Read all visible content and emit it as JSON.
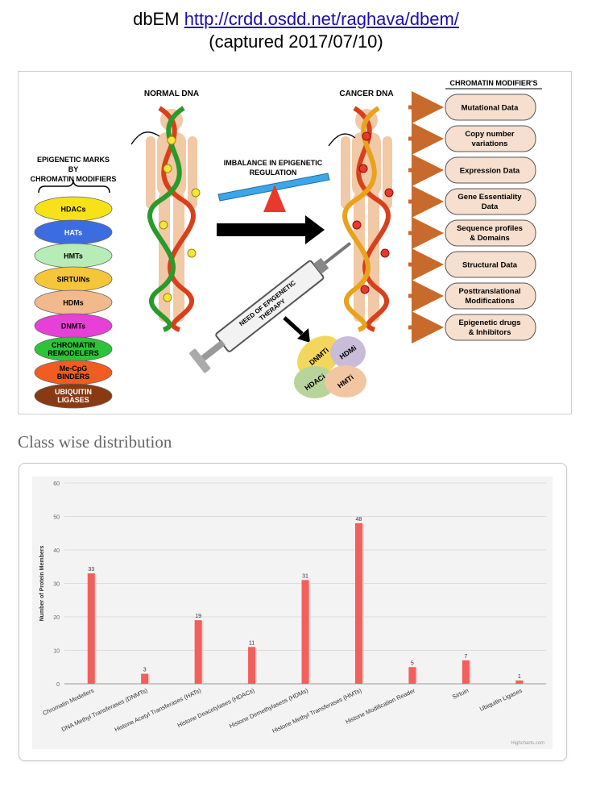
{
  "header": {
    "prefix": "dbEM",
    "url": "http://crdd.osdd.net/raghava/dbem/",
    "captured": "(captured 2017/07/10)"
  },
  "diagram": {
    "normal_dna": "NORMAL DNA",
    "cancer_dna": "CANCER DNA",
    "chromatin_title": "CHROMATIN MODIFIER'S",
    "marks_title": [
      "EPIGENETIC MARKS",
      "BY",
      "CHROMATIN MODIFIERS"
    ],
    "imbalance": [
      "IMBALANCE IN EPIGENETIC",
      "REGULATION"
    ],
    "therapy": [
      "NEED OF EPIGENETIC",
      "THERAPY"
    ],
    "modifiers": [
      {
        "label": [
          "HDACs"
        ],
        "color": "#f7e21a"
      },
      {
        "label": [
          "HATs"
        ],
        "color": "#3c6de0"
      },
      {
        "label": [
          "HMTs"
        ],
        "color": "#b7ecb7"
      },
      {
        "label": [
          "SIRTUINs"
        ],
        "color": "#f5c63a"
      },
      {
        "label": [
          "HDMs"
        ],
        "color": "#f1b98c"
      },
      {
        "label": [
          "DNMTs"
        ],
        "color": "#e640d6"
      },
      {
        "label": [
          "CHROMATIN",
          "REMODELERS"
        ],
        "color": "#2ec43a"
      },
      {
        "label": [
          "Me-CpG",
          "BINDERS"
        ],
        "color": "#f25c22"
      },
      {
        "label": [
          "UBIQUITIN",
          "LIGASES"
        ],
        "color": "#8a3a12"
      }
    ],
    "data_types": [
      [
        "Mutational Data"
      ],
      [
        "Copy number",
        "variations"
      ],
      [
        "Expression Data"
      ],
      [
        "Gene Essentiality",
        "Data"
      ],
      [
        "Sequence profiles",
        "& Domains"
      ],
      [
        "Structural Data"
      ],
      [
        "Posttranslational",
        "Modifications"
      ],
      [
        "Epigenetic drugs",
        "& Inhibitors"
      ]
    ],
    "drug_blobs": [
      {
        "label": "DNMTi",
        "color": "#f2d75c"
      },
      {
        "label": "HDMi",
        "color": "#c8bcd8"
      },
      {
        "label": "HDACi",
        "color": "#b9d49a"
      },
      {
        "label": "HMTi",
        "color": "#f3c6a2"
      }
    ]
  },
  "section": {
    "title": "Class wise distribution"
  },
  "chart_data": {
    "type": "bar",
    "title": "",
    "xlabel": "",
    "ylabel": "Number of Protein Members",
    "ylim": [
      0,
      60
    ],
    "yticks": [
      0,
      10,
      20,
      30,
      40,
      50,
      60
    ],
    "grid": true,
    "bar_color": "#f25f5c",
    "categories": [
      "Chromatin Modellers",
      "DNA Methyl Transferases (DNMTs)",
      "Histone Acetyl Transferases (HATs)",
      "Histone Deacetylases (HDACs)",
      "Histone Demethylasess (HDMs)",
      "Histone Methyl Transferases (HMTs)",
      "Histone Modification Reader",
      "Sirtuin",
      "Ubiquitin Ligases"
    ],
    "values": [
      33,
      3,
      19,
      11,
      31,
      48,
      5,
      7,
      1
    ],
    "credit": "Highcharts.com"
  }
}
